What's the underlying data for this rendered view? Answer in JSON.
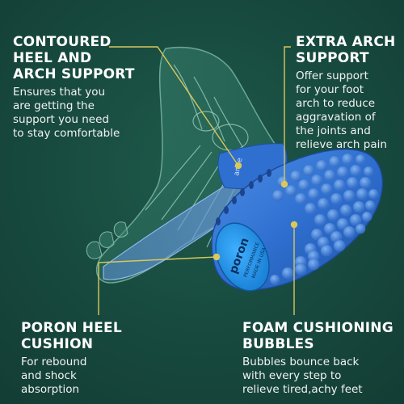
{
  "features": {
    "heel_arch": {
      "title": "CONTOURED\nHEEL AND\nARCH SUPPORT",
      "text": "Ensures that you\nare getting the\nsupport you need\nto stay comfortable"
    },
    "extra_arch": {
      "title": "EXTRA ARCH\nSUPPORT",
      "text": "Offer support\nfor your foot\narch to reduce\naggravation of\nthe joints and\nrelieve arch pain"
    },
    "poron_heel": {
      "title": "PORON  HEEL\nCUSHION",
      "text": "For rebound\nand shock\nabsorption"
    },
    "foam_bubbles": {
      "title": "FOAM CUSHIONING\nBUBBLES",
      "text": "Bubbles bounce back\nwith every step to\nrelieve tired,achy feet"
    }
  },
  "insole": {
    "badge_brand": "poron",
    "badge_line1": "PERFORMANCE",
    "badge_line2": "MADE IN USA",
    "arch_text": "arive"
  },
  "colors": {
    "background": "#17463c",
    "callout_line": "#d9c85a",
    "insole_blue": "#2f6fd0",
    "badge_blue": "#1e8fe0"
  }
}
